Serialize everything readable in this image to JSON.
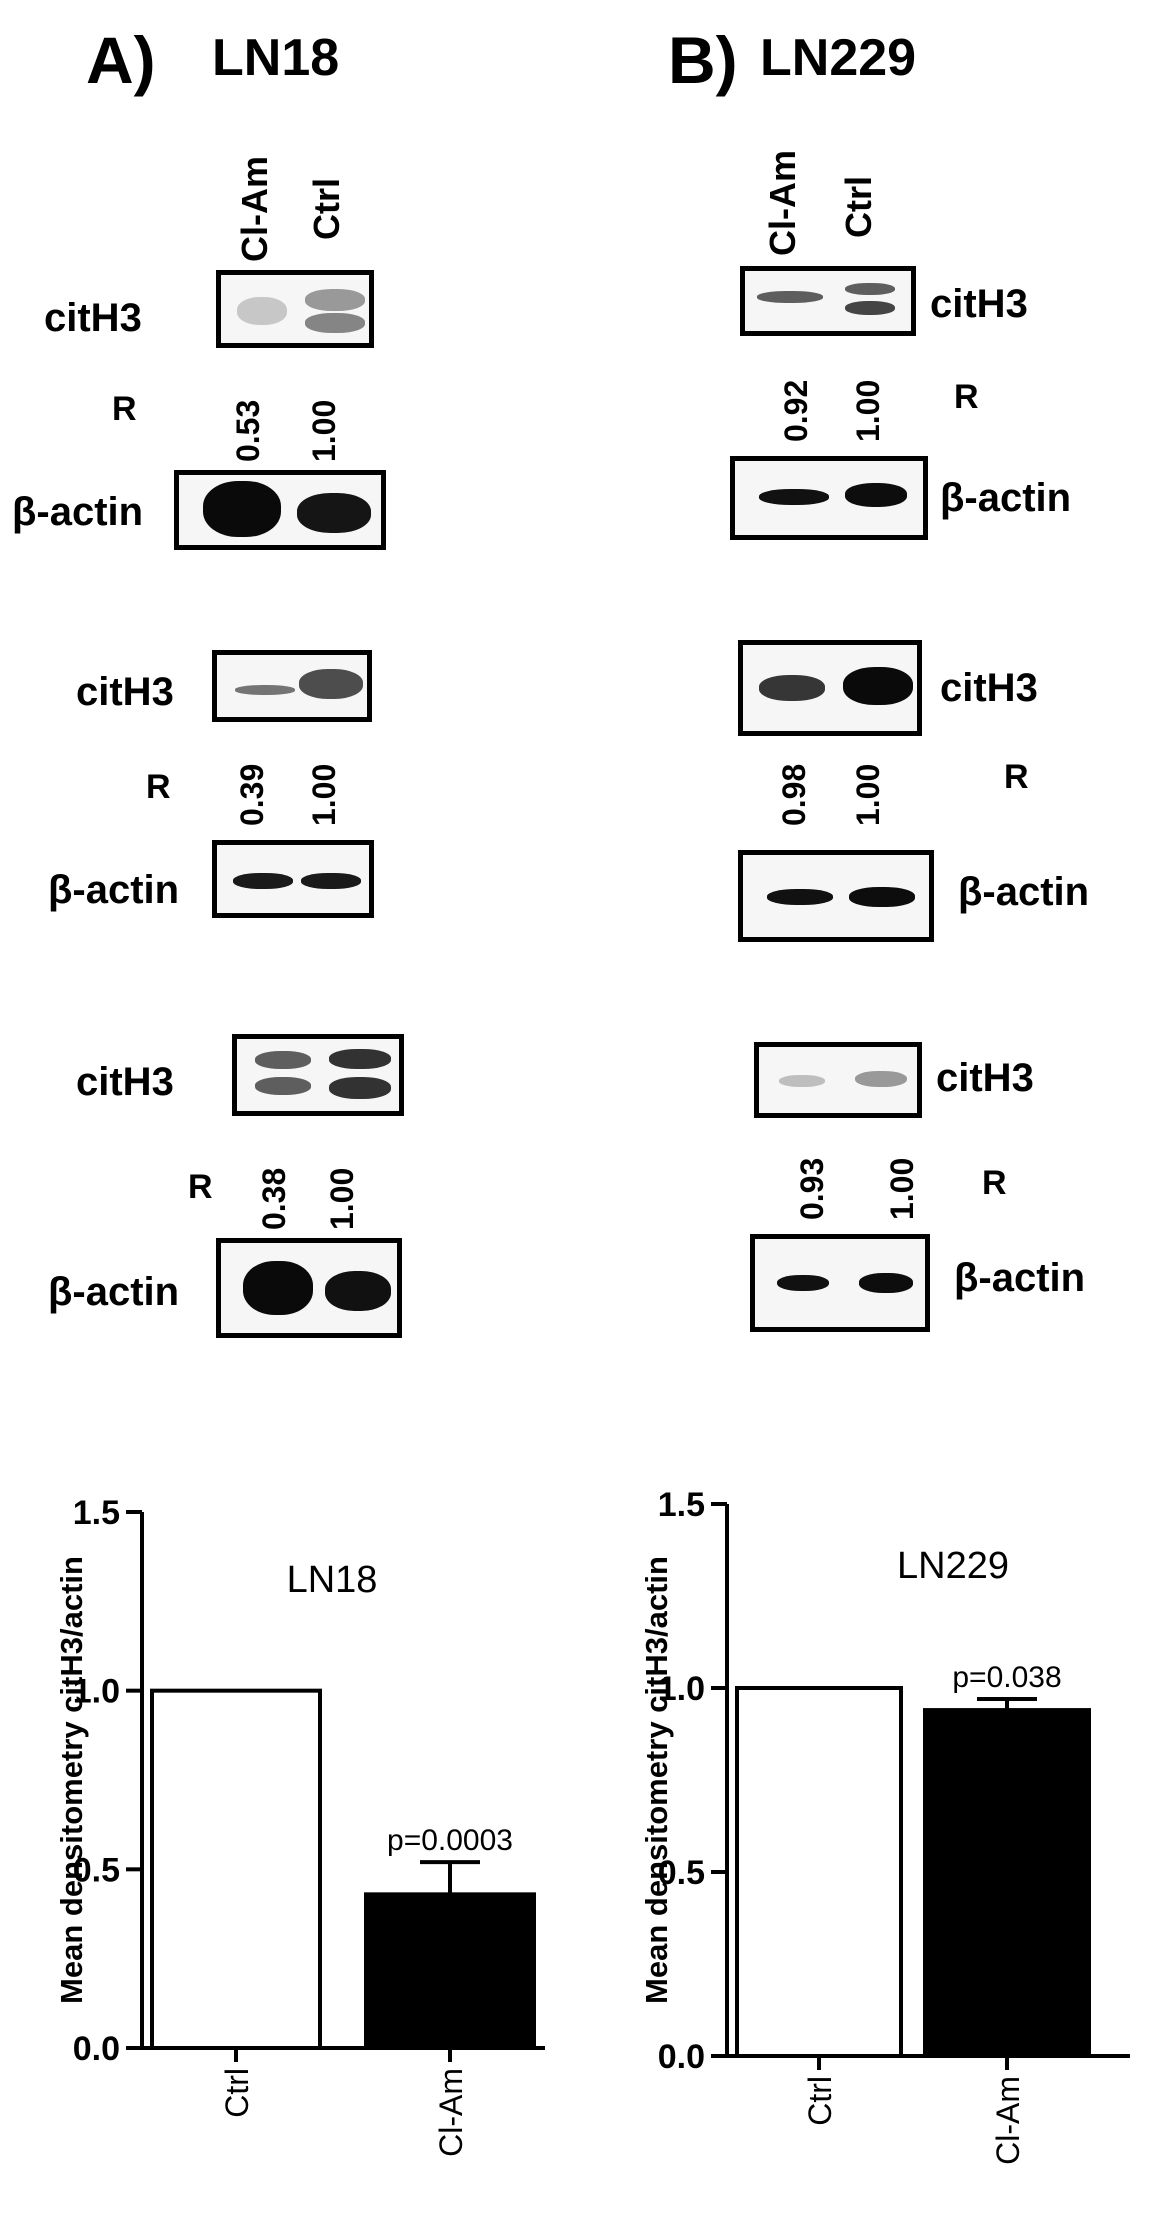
{
  "panels": [
    {
      "letter": "A)",
      "cell_line": "LN18",
      "lanes": [
        "Cl-Am",
        "Ctrl"
      ],
      "blots": [
        {
          "protein": "citH3",
          "ratio_label": "R",
          "ratios": [
            "0.53",
            "1.00"
          ],
          "loading": "β-actin"
        },
        {
          "protein": "citH3",
          "ratio_label": "R",
          "ratios": [
            "0.39",
            "1.00"
          ],
          "loading": "β-actin"
        },
        {
          "protein": "citH3",
          "ratio_label": "R",
          "ratios": [
            "0.38",
            "1.00"
          ],
          "loading": "β-actin"
        }
      ]
    },
    {
      "letter": "B)",
      "cell_line": "LN229",
      "lanes": [
        "Cl-Am",
        "Ctrl"
      ],
      "blots": [
        {
          "protein": "citH3",
          "ratio_label": "R",
          "ratios": [
            "0.92",
            "1.00"
          ],
          "loading": "β-actin"
        },
        {
          "protein": "citH3",
          "ratio_label": "R",
          "ratios": [
            "0.98",
            "1.00"
          ],
          "loading": "β-actin"
        },
        {
          "protein": "citH3",
          "ratio_label": "R",
          "ratios": [
            "0.93",
            "1.00"
          ],
          "loading": "β-actin"
        }
      ]
    }
  ],
  "chart_data": [
    {
      "type": "bar",
      "title": "LN18",
      "ylabel": "Mean densitometry citH3/actin",
      "categories": [
        "Ctrl",
        "Cl-Am"
      ],
      "values": [
        1.0,
        0.43
      ],
      "errors": [
        0,
        0.09
      ],
      "annotation": "p=0.0003",
      "ylim": [
        0.0,
        1.5
      ],
      "yticks": [
        "0.0",
        "0.5",
        "1.0",
        "1.5"
      ],
      "bar_colors": [
        "#ffffff",
        "#000000"
      ]
    },
    {
      "type": "bar",
      "title": "LN229",
      "ylabel": "Mean densitometry citH3/actin",
      "categories": [
        "Ctrl",
        "Cl-Am"
      ],
      "values": [
        1.0,
        0.94
      ],
      "errors": [
        0,
        0.03
      ],
      "annotation": "p=0.038",
      "ylim": [
        0.0,
        1.5
      ],
      "yticks": [
        "0.0",
        "0.5",
        "1.0",
        "1.5"
      ],
      "bar_colors": [
        "#ffffff",
        "#000000"
      ]
    }
  ]
}
